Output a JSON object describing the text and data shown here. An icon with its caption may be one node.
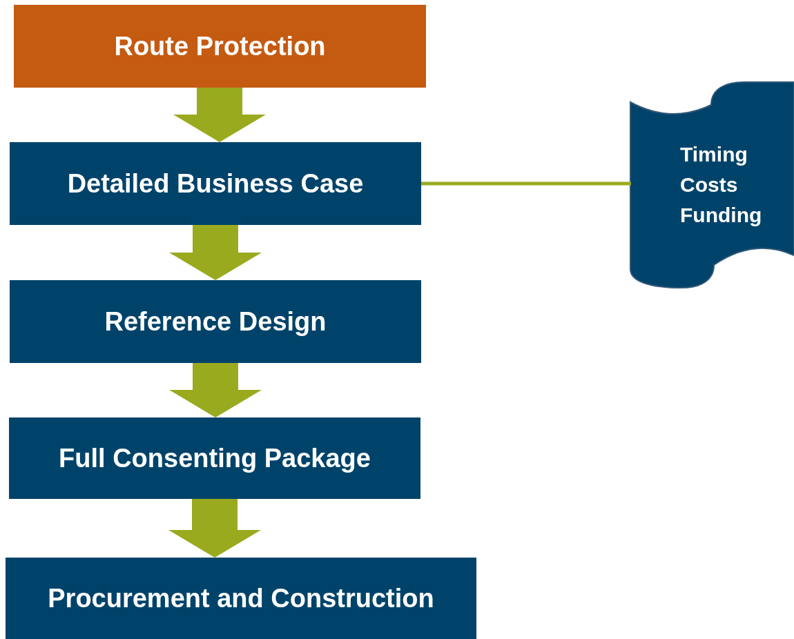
{
  "diagram": {
    "nodes": [
      {
        "text": [
          "Route Protection"
        ]
      },
      {
        "text": [
          "Detailed Business Case"
        ]
      },
      {
        "text": [
          "Reference Design"
        ]
      },
      {
        "text": [
          "Full Consenting Package"
        ]
      },
      {
        "text": [
          "Procurement and Construction"
        ]
      },
      {
        "text": [
          "Timing",
          "Costs",
          "Funding"
        ]
      }
    ],
    "edges": [
      {
        "from": 0,
        "to": 1,
        "arrow": "to"
      },
      {
        "from": 1,
        "to": 2,
        "arrow": "to"
      },
      {
        "from": 2,
        "to": 3,
        "arrow": "to"
      },
      {
        "from": 3,
        "to": 4,
        "arrow": "to"
      },
      {
        "from": 1,
        "to": 5,
        "arrow": "none"
      }
    ]
  }
}
